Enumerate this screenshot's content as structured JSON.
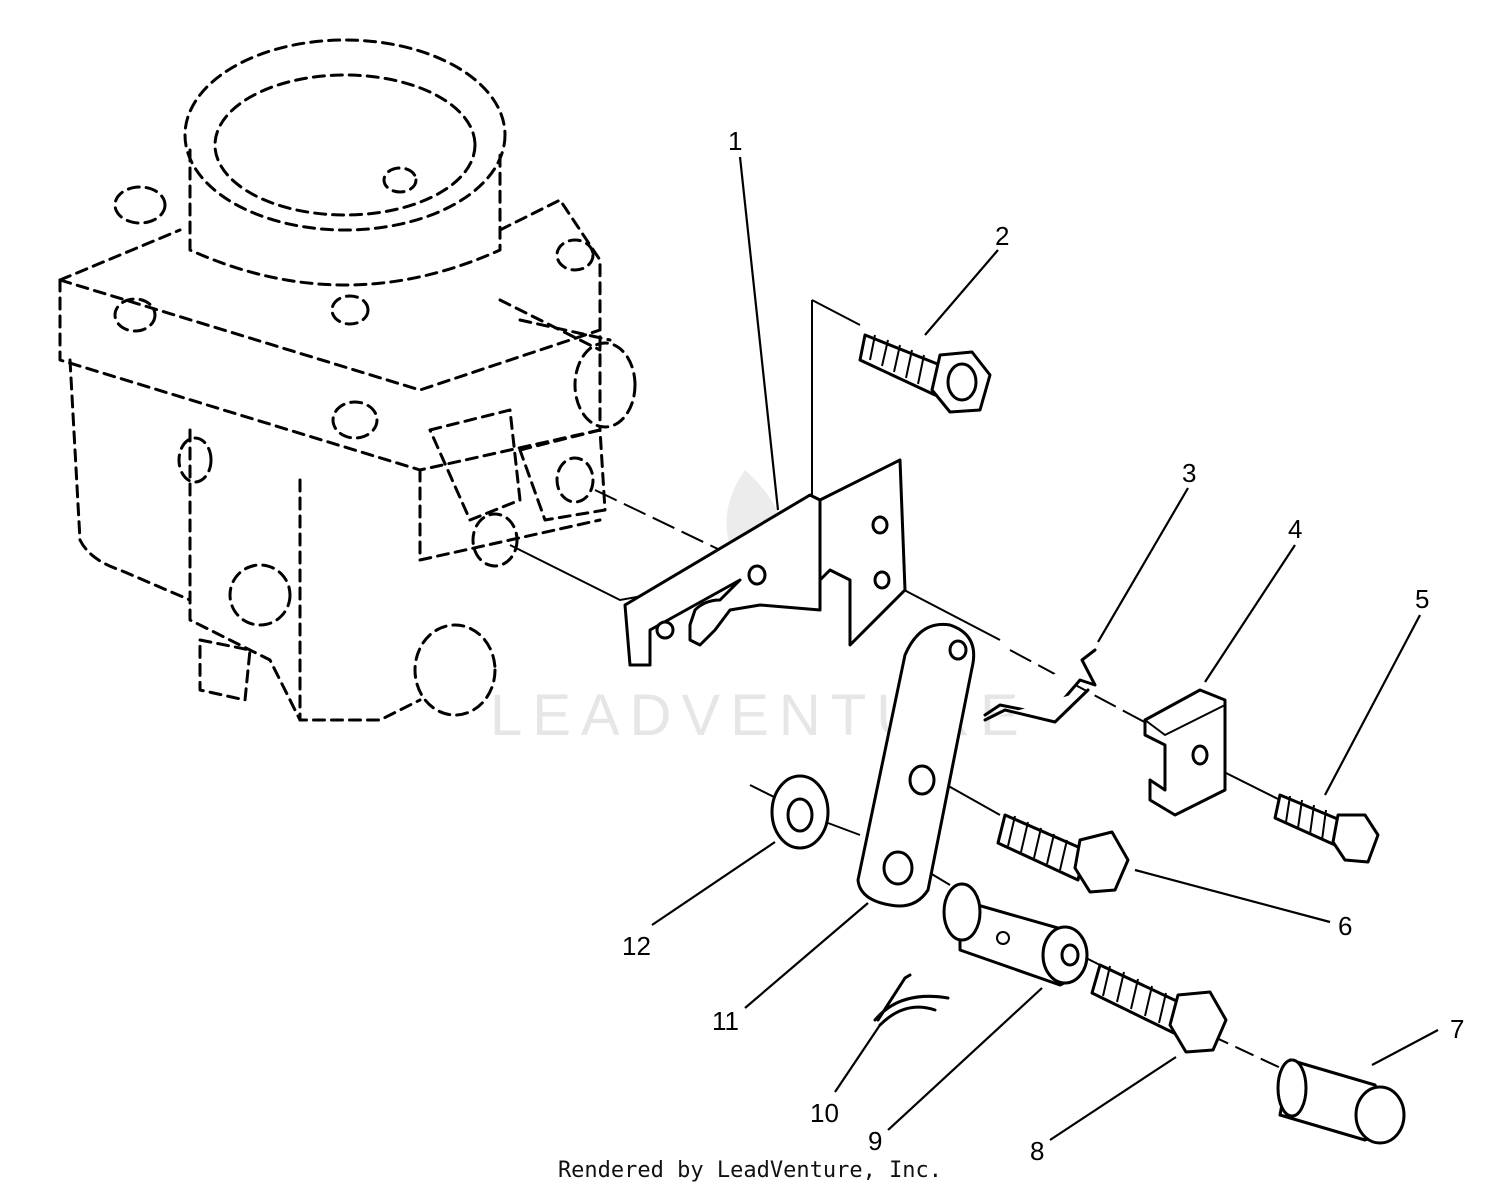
{
  "watermark": "LEADVENTURE",
  "footer": "Rendered by LeadVenture, Inc.",
  "callouts": [
    "1",
    "2",
    "3",
    "4",
    "5",
    "6",
    "7",
    "8",
    "9",
    "10",
    "11",
    "12"
  ]
}
